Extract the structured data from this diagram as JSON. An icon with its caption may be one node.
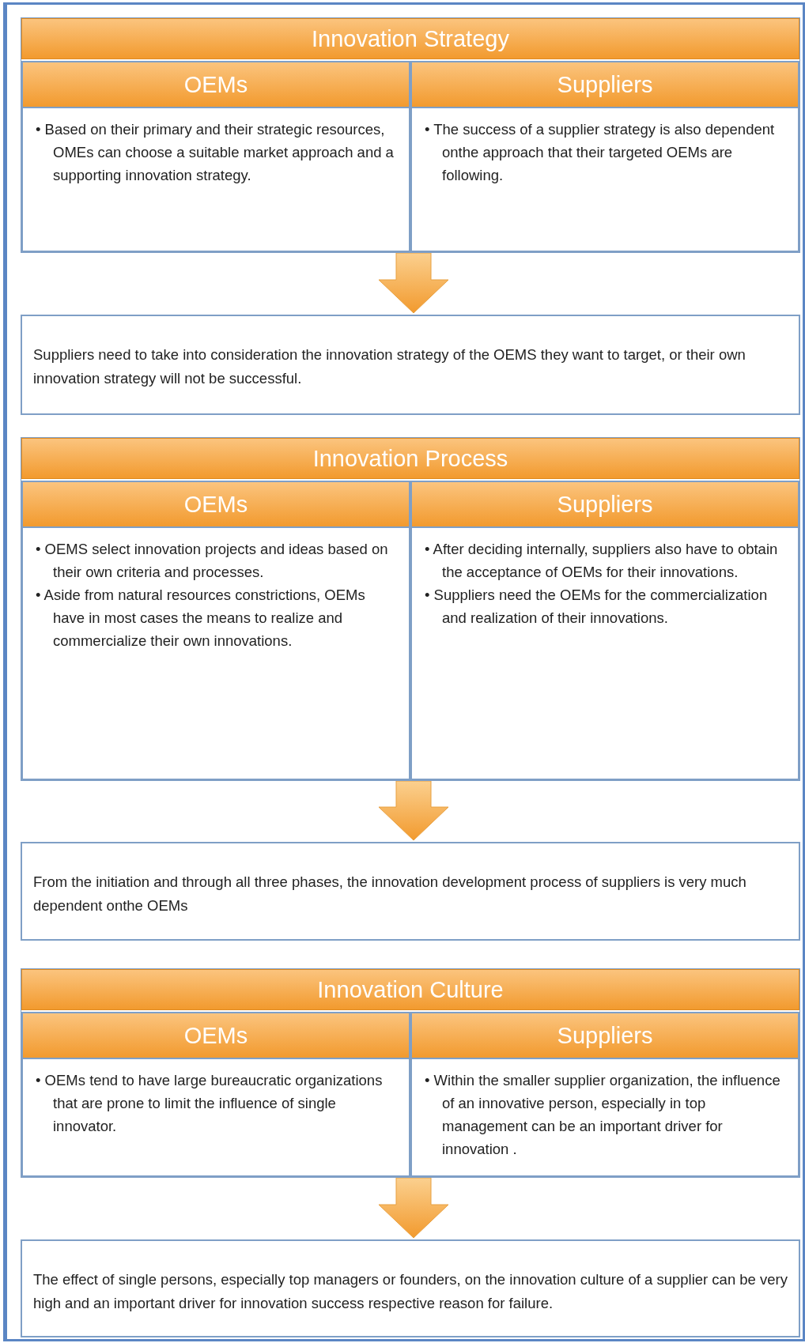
{
  "diagram": {
    "nodes": [
      {
        "text": [
          "Innovation Strategy"
        ]
      },
      {
        "text": [
          "OEMs",
          "• Based on their primary and their strategic resources, OMEs can choose a suitable market approach and a supporting innovation strategy."
        ],
        "in": 0
      },
      {
        "text": [
          "Suppliers",
          "• The success of a supplier strategy is also dependent onthe approach that their targeted OEMs are following."
        ],
        "in": 0
      },
      {
        "text": [
          "Suppliers need to take into consideration the innovation strategy of the OEMS they want to target, or their own innovation strategy will not be successful."
        ]
      },
      {
        "text": [
          "Innovation Process"
        ]
      },
      {
        "text": [
          "OEMs",
          "• OEMS select innovation projects and ideas based on their own criteria and processes.",
          "• Aside from natural resources constrictions, OEMs have in most cases the means to realize and commercialize their own innovations."
        ],
        "in": 4
      },
      {
        "text": [
          "Suppliers",
          "• After deciding internally, suppliers also have to obtain the acceptance of OEMs for their innovations.",
          "• Suppliers need the OEMs for the commercialization and realization of their innovations."
        ],
        "in": 4
      },
      {
        "text": [
          "From the initiation and through all three phases, the innovation development process of suppliers is very much dependent onthe OEMs"
        ]
      },
      {
        "text": [
          "Innovation Culture"
        ]
      },
      {
        "text": [
          "OEMs",
          "• OEMs tend to have large bureaucratic organizations that are prone to limit the influence of single innovator."
        ],
        "in": 8
      },
      {
        "text": [
          "Suppliers",
          "• Within the smaller supplier organization, the influence of an innovative person, especially in top management can be an important driver for innovation ."
        ],
        "in": 8
      },
      {
        "text": [
          "The effect of single persons, especially top managers or founders, on the innovation culture of a supplier can be very high and an important driver for innovation success respective reason for failure."
        ]
      }
    ],
    "edges": [
      {
        "from": 0,
        "to": 3,
        "arrow": "to"
      },
      {
        "from": 4,
        "to": 7,
        "arrow": "to"
      },
      {
        "from": 8,
        "to": 11,
        "arrow": "to"
      }
    ]
  }
}
